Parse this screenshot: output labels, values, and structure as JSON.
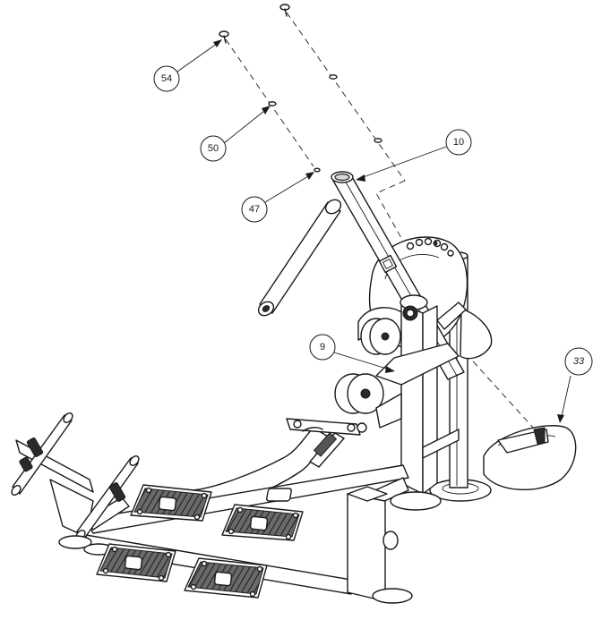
{
  "callouts": [
    {
      "id": "54",
      "label": "54"
    },
    {
      "id": "50",
      "label": "50"
    },
    {
      "id": "47",
      "label": "47"
    },
    {
      "id": "10",
      "label": "10"
    },
    {
      "id": "9",
      "label": "9"
    },
    {
      "id": "33",
      "label": "33"
    }
  ]
}
